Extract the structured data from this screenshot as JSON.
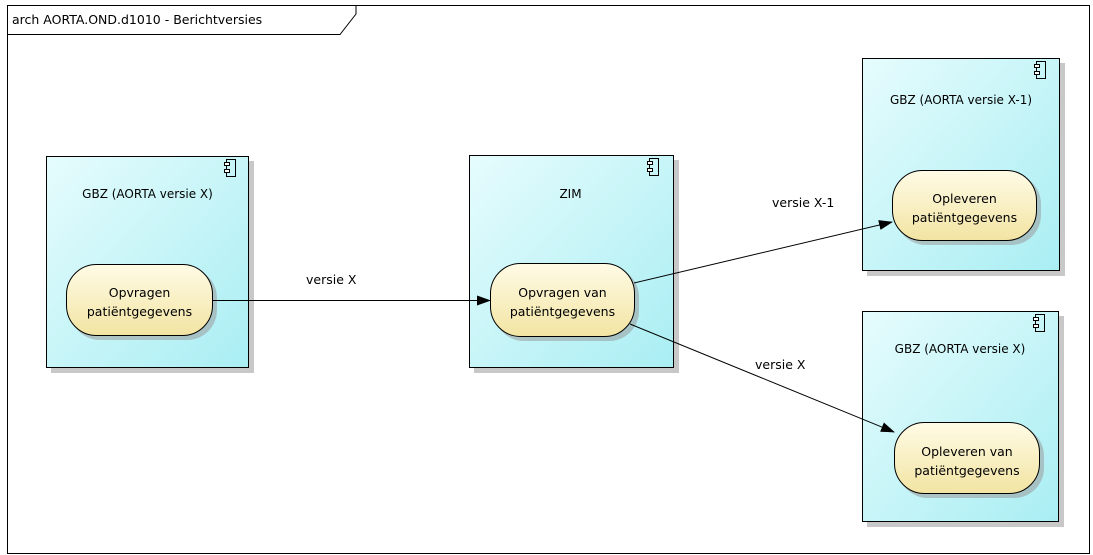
{
  "frame": {
    "title": "arch AORTA.OND.d1010 - Berichtversies"
  },
  "colors": {
    "component_fill_top": "#e6fcfd",
    "component_fill_bottom": "#a9eef3",
    "activity_fill_top": "#fffbe6",
    "activity_fill_bottom": "#f2e4a2",
    "stroke": "#000000",
    "shadow": "#9a9a9a"
  },
  "components": {
    "gbz_left": {
      "title": "GBZ (AORTA versie X)",
      "icon": "component-icon",
      "activity": {
        "line1": "Opvragen",
        "line2": "patiëntgegevens"
      }
    },
    "zim": {
      "title": "ZIM",
      "icon": "component-icon",
      "activity": {
        "line1": "Opvragen van",
        "line2": "patiëntgegevens"
      }
    },
    "gbz_top_right": {
      "title": "GBZ (AORTA versie X-1)",
      "icon": "component-icon",
      "activity": {
        "line1": "Opleveren",
        "line2": "patiëntgegevens"
      }
    },
    "gbz_bottom_right": {
      "title": "GBZ (AORTA versie X)",
      "icon": "component-icon",
      "activity": {
        "line1": "Opleveren van",
        "line2": "patiëntgegevens"
      }
    }
  },
  "flows": {
    "left_to_zim": {
      "label": "versie X"
    },
    "zim_to_top_right": {
      "label": "versie X-1"
    },
    "zim_to_bottom_right": {
      "label": "versie X"
    }
  }
}
